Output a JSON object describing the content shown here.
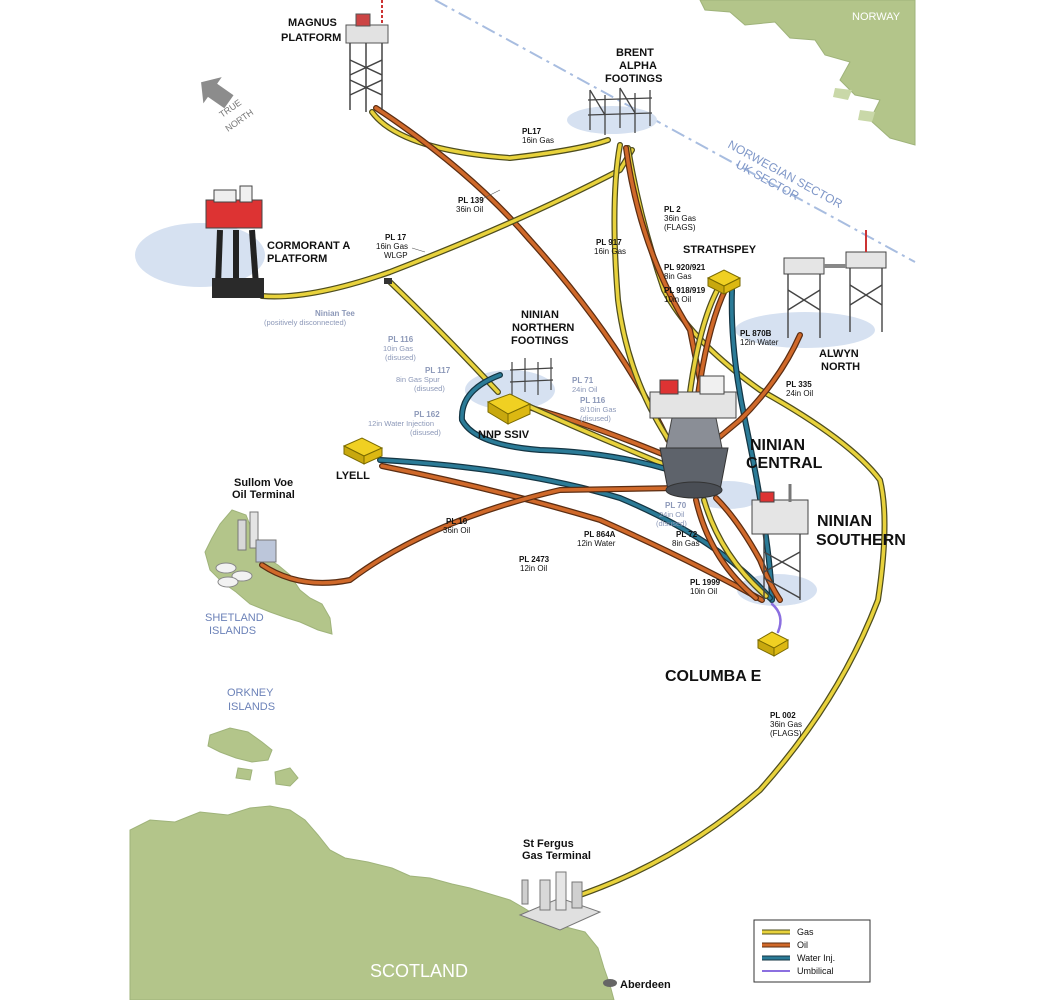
{
  "map": {
    "regions": {
      "norway": "NORWAY",
      "norwegian_sector": "NORWEGIAN SECTOR",
      "uk_sector": "UK SECTOR",
      "shetland_1": "SHETLAND",
      "shetland_2": "ISLANDS",
      "orkney_1": "ORKNEY",
      "orkney_2": "ISLANDS",
      "scotland": "SCOTLAND",
      "aberdeen": "Aberdeen"
    },
    "north_arrow": {
      "line1": "TRUE",
      "line2": "NORTH"
    },
    "platforms": {
      "magnus_1": "MAGNUS",
      "magnus_2": "PLATFORM",
      "brent_1": "BRENT",
      "brent_2": "ALPHA",
      "brent_3": "FOOTINGS",
      "cormorant_1": "CORMORANT A",
      "cormorant_2": "PLATFORM",
      "strathspey": "STRATHSPEY",
      "ninian_northern_1": "NINIAN",
      "ninian_northern_2": "NORTHERN",
      "ninian_northern_3": "FOOTINGS",
      "alwyn_1": "ALWYN",
      "alwyn_2": "NORTH",
      "nnp_ssiv": "NNP SSIV",
      "ninian_central_1": "NINIAN",
      "ninian_central_2": "CENTRAL",
      "lyell": "LYELL",
      "sullom_1": "Sullom Voe",
      "sullom_2": "Oil Terminal",
      "ninian_southern_1": "NINIAN",
      "ninian_southern_2": "SOUTHERN",
      "columba": "COLUMBA E",
      "st_fergus_1": "St Fergus",
      "st_fergus_2": "Gas Terminal"
    },
    "pipelines": {
      "pl17a": {
        "id": "PL17",
        "d1": "16in Gas"
      },
      "pl139": {
        "id": "PL 139",
        "d1": "36in Oil"
      },
      "pl2": {
        "id": "PL 2",
        "d1": "36in Gas",
        "d2": "(FLAGS)"
      },
      "pl917": {
        "id": "PL 917",
        "d1": "16in Gas"
      },
      "pl17b": {
        "id": "PL 17",
        "d1": "16in Gas",
        "d2": "WLGP"
      },
      "pl920": {
        "id": "PL 920/921",
        "d1": "8in Gas"
      },
      "pl918": {
        "id": "PL 918/919",
        "d1": "10in Oil"
      },
      "pl870": {
        "id": "PL 870B",
        "d1": "12in Water"
      },
      "pl335": {
        "id": "PL 335",
        "d1": "24in Oil"
      },
      "ninian_tee": {
        "id": "Ninian Tee",
        "d1": "(positively disconnected)"
      },
      "pl116a": {
        "id": "PL 116",
        "d1": "10in Gas",
        "d2": "(disused)"
      },
      "pl117": {
        "id": "PL 117",
        "d1": "8in Gas Spur",
        "d2": "(disused)"
      },
      "pl71": {
        "id": "PL 71",
        "d1": "24in Oil"
      },
      "pl116b": {
        "id": "PL 116",
        "d1": "8/10in Gas",
        "d2": "(disused)"
      },
      "pl162": {
        "id": "PL 162",
        "d1": "12in Water Injection",
        "d2": "(disused)"
      },
      "pl10": {
        "id": "PL 10",
        "d1": "36in Oil"
      },
      "pl70": {
        "id": "PL 70",
        "d1": "24in Oil",
        "d2": "(disused)"
      },
      "pl864": {
        "id": "PL 864A",
        "d1": "12in Water"
      },
      "pl72": {
        "id": "PL 72",
        "d1": "8in Gas"
      },
      "pl2473": {
        "id": "PL 2473",
        "d1": "12in Oil"
      },
      "pl1999": {
        "id": "PL 1999",
        "d1": "10in Oil"
      },
      "pl002": {
        "id": "PL 002",
        "d1": "36in Gas",
        "d2": "(FLAGS)"
      }
    },
    "legend": {
      "gas": "Gas",
      "oil": "Oil",
      "water": "Water Inj.",
      "umbilical": "Umbilical",
      "colors": {
        "gas": "#e8d23c",
        "oil": "#d0692a",
        "water": "#2b7b97",
        "umbilical": "#8b6fe0"
      }
    }
  }
}
